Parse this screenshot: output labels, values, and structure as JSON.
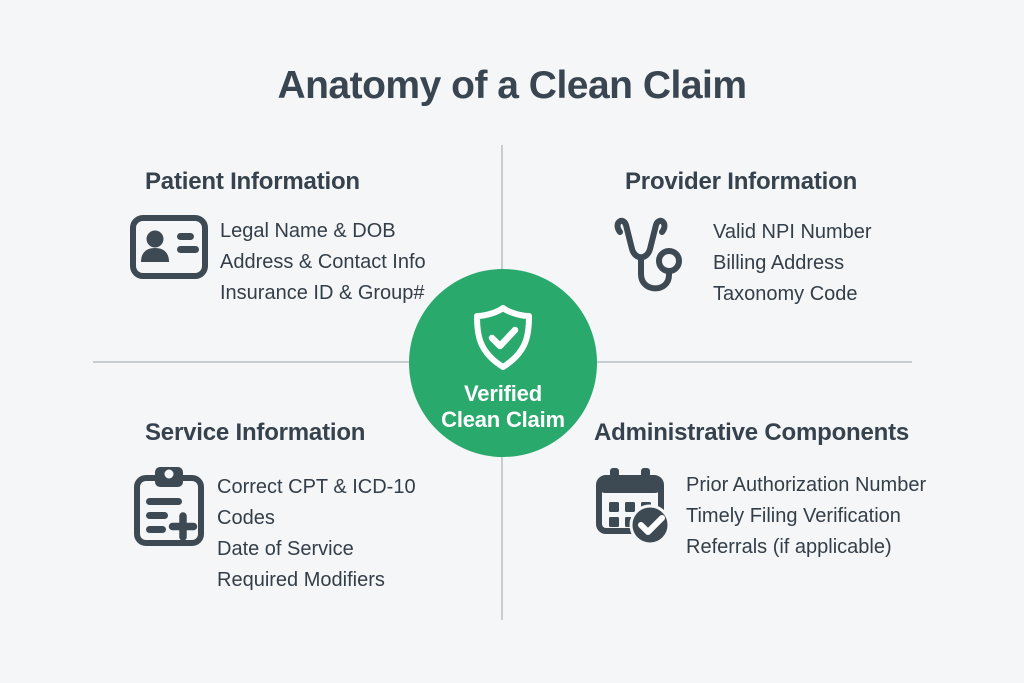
{
  "title": "Anatomy of a Clean Claim",
  "colors": {
    "background": "#f5f6f7",
    "title": "#394551",
    "heading": "#36424d",
    "body_text": "#333e48",
    "icon": "#3d4a54",
    "divider": "#c8cdd2",
    "accent_green": "#29a96b",
    "badge_text": "#ffffff"
  },
  "center_badge": {
    "icon": "shield-check-icon",
    "line1": "Verified",
    "line2": "Clean Claim"
  },
  "quadrants": [
    {
      "id": "patient",
      "heading": "Patient Information",
      "icon": "id-card-icon",
      "items": [
        "Legal Name & DOB",
        "Address & Contact Info",
        "Insurance ID & Group#"
      ]
    },
    {
      "id": "provider",
      "heading": "Provider Information",
      "icon": "stethoscope-icon",
      "items": [
        "Valid NPI Number",
        "Billing Address",
        "Taxonomy Code"
      ]
    },
    {
      "id": "service",
      "heading": "Service Information",
      "icon": "clipboard-plus-icon",
      "items": [
        "Correct CPT & ICD-10 Codes",
        "Date of Service",
        "Required Modifiers"
      ]
    },
    {
      "id": "administrative",
      "heading": "Administrative Components",
      "icon": "calendar-check-icon",
      "items": [
        "Prior Authorization Number",
        "Timely Filing Verification",
        "Referrals (if applicable)"
      ]
    }
  ]
}
